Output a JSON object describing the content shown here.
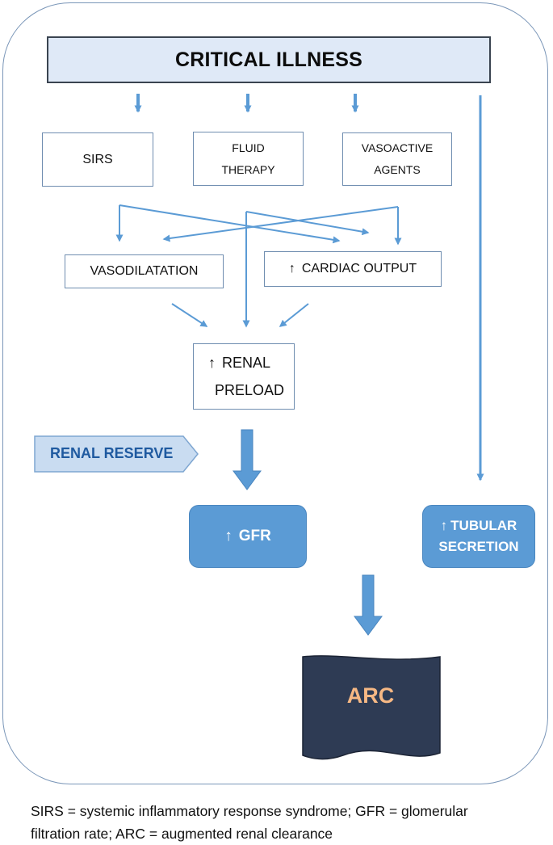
{
  "title": "CRITICAL ILLNESS",
  "causes": {
    "sirs": "SIRS",
    "fluid_1": "FLUID",
    "fluid_2": "THERAPY",
    "vaso_1": "VASOACTIVE",
    "vaso_2": "AGENTS"
  },
  "mechanisms": {
    "vasodilatation": "VASODILATATION",
    "cardiac_output": "CARDIAC OUTPUT",
    "renal_1": "RENAL",
    "renal_2": "PRELOAD"
  },
  "arrow_symbol": "↑",
  "renal_reserve": "RENAL RESERVE",
  "outcomes": {
    "gfr": "GFR",
    "tubular_1": "TUBULAR",
    "tubular_2": "SECRETION",
    "arc": "ARC"
  },
  "caption": {
    "line1": "SIRS = systemic inflammatory response syndrome; GFR = glomerular",
    "line2": "filtration rate; ARC = augmented renal clearance"
  },
  "colors": {
    "line": "#5b9bd5",
    "box_border": "#6f8db0",
    "title_fill": "#dfe9f7",
    "outcome_fill": "#5b9bd5",
    "arc_fill": "#2e3b54",
    "arc_text": "#f6b884",
    "reserve_fill": "#c9dcf1"
  }
}
